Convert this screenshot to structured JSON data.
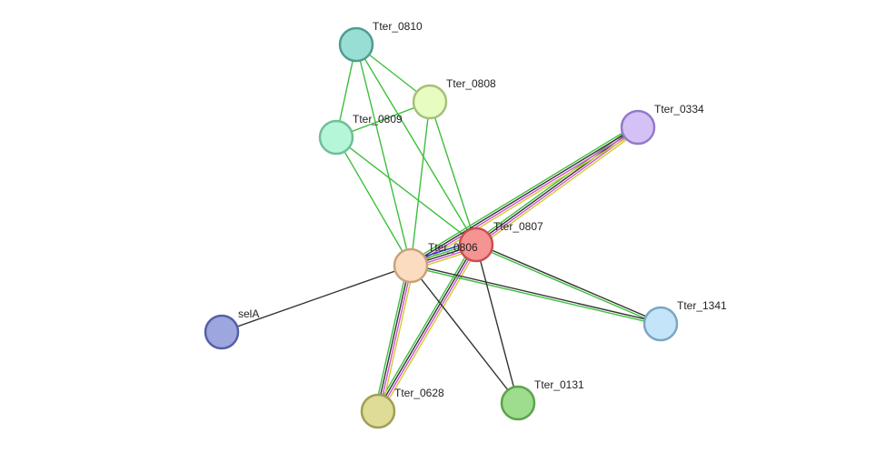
{
  "nodes": [
    {
      "id": "Tter_0810",
      "label": "Tter_0810",
      "fill": "#98ded4",
      "stroke": "#4f9c90"
    },
    {
      "id": "Tter_0808",
      "label": "Tter_0808",
      "fill": "#e6fcc0",
      "stroke": "#a6bf7a"
    },
    {
      "id": "Tter_0809",
      "label": "Tter_0809",
      "fill": "#b6f6d8",
      "stroke": "#6fbf98"
    },
    {
      "id": "Tter_0334",
      "label": "Tter_0334",
      "fill": "#d4c2f7",
      "stroke": "#9479c9"
    },
    {
      "id": "Tter_0807",
      "label": "Tter_0807",
      "fill": "#f69494",
      "stroke": "#c94f4f"
    },
    {
      "id": "Tter_0806",
      "label": "Tter_0806",
      "fill": "#fcdcc0",
      "stroke": "#c9a27a"
    },
    {
      "id": "selA",
      "label": "selA",
      "fill": "#9ea6e0",
      "stroke": "#5560a6"
    },
    {
      "id": "Tter_1341",
      "label": "Tter_1341",
      "fill": "#c4e4fa",
      "stroke": "#7aa6c4"
    },
    {
      "id": "Tter_0628",
      "label": "Tter_0628",
      "fill": "#dedc96",
      "stroke": "#a09e55"
    },
    {
      "id": "Tter_0131",
      "label": "Tter_0131",
      "fill": "#9edc8e",
      "stroke": "#5ca34c"
    }
  ],
  "edges": [
    {
      "source": "Tter_0810",
      "target": "Tter_0808",
      "colors": [
        "#3dbf3d"
      ]
    },
    {
      "source": "Tter_0810",
      "target": "Tter_0809",
      "colors": [
        "#3dbf3d"
      ]
    },
    {
      "source": "Tter_0810",
      "target": "Tter_0806",
      "colors": [
        "#3dbf3d"
      ]
    },
    {
      "source": "Tter_0810",
      "target": "Tter_0807",
      "colors": [
        "#3dbf3d"
      ]
    },
    {
      "source": "Tter_0808",
      "target": "Tter_0809",
      "colors": [
        "#3dbf3d"
      ]
    },
    {
      "source": "Tter_0808",
      "target": "Tter_0806",
      "colors": [
        "#3dbf3d"
      ]
    },
    {
      "source": "Tter_0808",
      "target": "Tter_0807",
      "colors": [
        "#3dbf3d"
      ]
    },
    {
      "source": "Tter_0809",
      "target": "Tter_0806",
      "colors": [
        "#3dbf3d"
      ]
    },
    {
      "source": "Tter_0809",
      "target": "Tter_0807",
      "colors": [
        "#3dbf3d"
      ]
    },
    {
      "source": "Tter_0334",
      "target": "Tter_0807",
      "colors": [
        "#cccc33",
        "#d050d0",
        "#333333",
        "#3dbf3d"
      ]
    },
    {
      "source": "Tter_0334",
      "target": "Tter_0806",
      "colors": [
        "#cccc33",
        "#d050d0",
        "#333333",
        "#3dbf3d"
      ]
    },
    {
      "source": "Tter_0807",
      "target": "Tter_0806",
      "colors": [
        "#cccc33",
        "#d050d0",
        "#333333",
        "#3dbf3d",
        "#2233cc"
      ]
    },
    {
      "source": "Tter_0807",
      "target": "Tter_0628",
      "colors": [
        "#cccc33",
        "#d050d0",
        "#333333",
        "#3dbf3d"
      ]
    },
    {
      "source": "Tter_0806",
      "target": "Tter_0628",
      "colors": [
        "#cccc33",
        "#d050d0",
        "#333333",
        "#3dbf3d"
      ]
    },
    {
      "source": "Tter_0807",
      "target": "Tter_1341",
      "colors": [
        "#333333",
        "#3dbf3d"
      ]
    },
    {
      "source": "Tter_0806",
      "target": "Tter_1341",
      "colors": [
        "#333333",
        "#3dbf3d"
      ]
    },
    {
      "source": "Tter_0807",
      "target": "Tter_0131",
      "colors": [
        "#333333"
      ]
    },
    {
      "source": "Tter_0806",
      "target": "Tter_0131",
      "colors": [
        "#333333"
      ]
    },
    {
      "source": "Tter_0806",
      "target": "selA",
      "colors": [
        "#333333"
      ]
    }
  ]
}
